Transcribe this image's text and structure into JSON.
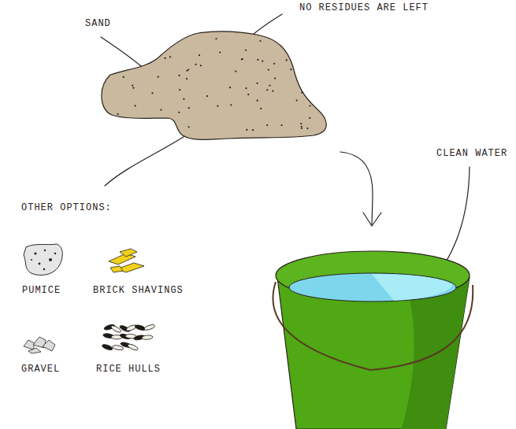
{
  "diagram": {
    "labels": [
      "SAND",
      "NO RESIDUES ARE LEFT",
      "CLEAN WATER",
      "OTHER OPTIONS:",
      "PUMICE",
      "BRICK SHAVINGS",
      "GRAVEL",
      "RICE HULLS"
    ]
  }
}
